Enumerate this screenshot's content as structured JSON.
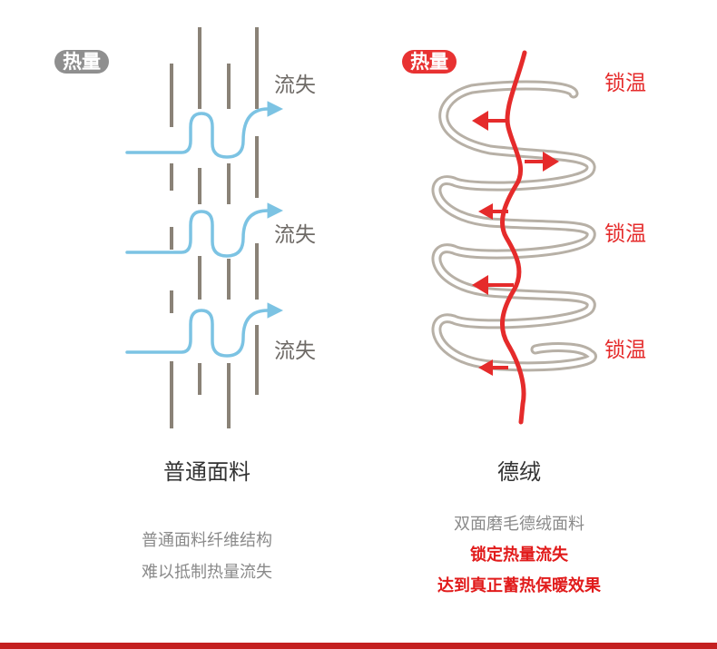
{
  "left": {
    "badge": "热量",
    "loss_labels": [
      "流失",
      "流失",
      "流失"
    ],
    "title": "普通面料",
    "description": [
      "普通面料纤维结构",
      "难以抵制热量流失"
    ]
  },
  "right": {
    "badge": "热量",
    "lock_labels": [
      "锁温",
      "锁温",
      "锁温"
    ],
    "title": "德绒",
    "description": [
      "双面磨毛德绒面料",
      "锁定热量流失",
      "达到真正蓄热保暖效果"
    ]
  },
  "colors": {
    "fiber": "#8a8277",
    "heat_flow": "#7cc3e3",
    "heat_lock": "#e52b2b",
    "coil": "#b7b0a6",
    "badge_gray": "#8f8f8f",
    "badge_red": "#e83232",
    "bar": "#c42020"
  },
  "icons": {
    "left_diagram": "fiber-layers-heat-escape",
    "right_diagram": "spiral-coil-heat-retention"
  }
}
